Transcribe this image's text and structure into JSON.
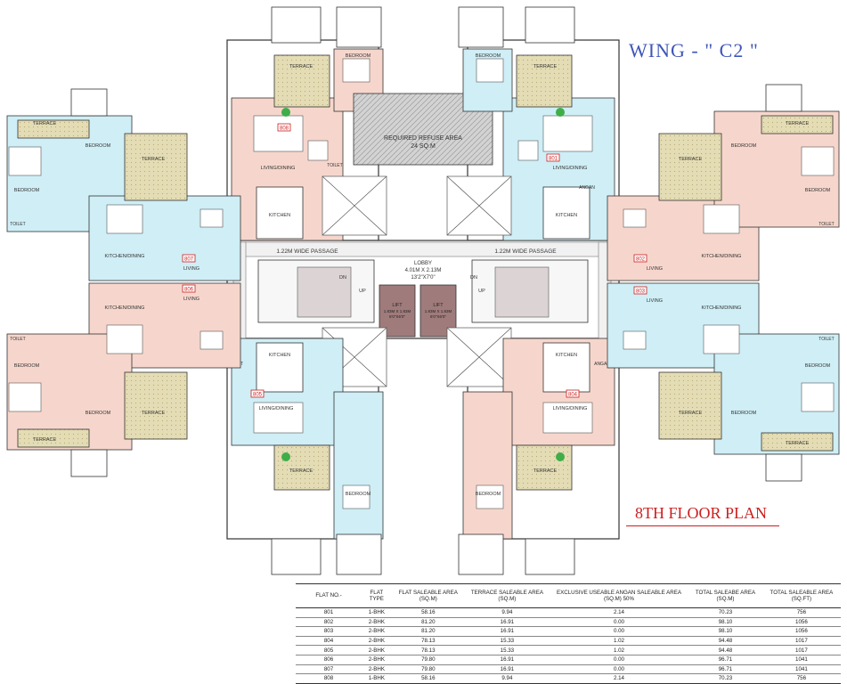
{
  "wing_title": "WING - \" C2 \"",
  "floor_title": "8TH  FLOOR PLAN",
  "colors": {
    "flat_pink": "#f6d6cc",
    "flat_blue": "#cfeef6",
    "terrace_olive": "#e4dcb4",
    "core_grey": "#d9d9d9",
    "lift_brown": "#a07b7b",
    "title_blue": "#3f55b8",
    "title_red": "#cc1f1f"
  },
  "plan_labels": {
    "refuse": "REQUIRED REFUSE AREA",
    "refuse_area": "24 SQ.M",
    "lobby": "LOBBY",
    "lobby_size": "4.01M X 2.13M",
    "lobby_size_ft": "13'2\"X7'0\"",
    "passage": "1.22M WIDE PASSAGE",
    "lift": "LIFT",
    "lift_size": "1.83M X 1.83M",
    "lift_size_ft": "6'0\"X6'0\"",
    "up": "UP",
    "dn": "DN",
    "terrace": "TERRACE",
    "bedroom": "BEDROOM",
    "living": "LIVING",
    "living_dining": "LIVING/DINING",
    "kitchen": "KITCHEN",
    "kitchen_dining": "KITCHEN/DINING",
    "toilet": "TOILET",
    "angan": "ANGAN",
    "ent": "ENT"
  },
  "flat_numbers": [
    "801",
    "802",
    "803",
    "804",
    "805",
    "806",
    "807",
    "808"
  ],
  "area_table": {
    "headers": [
      "FLAT NO.-",
      "FLAT TYPE",
      "FLAT SALEABLE AREA (SQ.M)",
      "TERRACE SALEABLE AREA (SQ.M)",
      "EXCLUSIVE USEABLE ANGAN SALEABLE AREA (SQ.M) 50%",
      "TOTAL SALEABE AREA (SQ.M)",
      "TOTAL SALEABLE AREA (SQ.FT)"
    ],
    "rows": [
      [
        "801",
        "1-BHK",
        "58.16",
        "9.94",
        "2.14",
        "70.23",
        "756"
      ],
      [
        "802",
        "2-BHK",
        "81.20",
        "16.91",
        "0.00",
        "98.10",
        "1056"
      ],
      [
        "803",
        "2-BHK",
        "81.20",
        "16.91",
        "0.00",
        "98.10",
        "1056"
      ],
      [
        "804",
        "2-BHK",
        "78.13",
        "15.33",
        "1.02",
        "94.48",
        "1017"
      ],
      [
        "805",
        "2-BHK",
        "78.13",
        "15.33",
        "1.02",
        "94.48",
        "1017"
      ],
      [
        "806",
        "2-BHK",
        "79.80",
        "16.91",
        "0.00",
        "96.71",
        "1041"
      ],
      [
        "807",
        "2-BHK",
        "79.80",
        "16.91",
        "0.00",
        "96.71",
        "1041"
      ],
      [
        "808",
        "1-BHK",
        "58.16",
        "9.94",
        "2.14",
        "70.23",
        "756"
      ]
    ]
  }
}
